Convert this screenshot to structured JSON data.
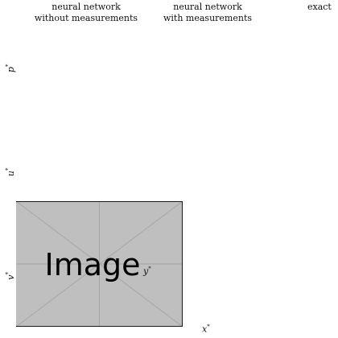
{
  "columns": [
    {
      "line1": "neural network",
      "line2": "without measurements"
    },
    {
      "line1": "neural network",
      "line2": "with measurements"
    },
    {
      "line1": "exact",
      "line2": ""
    }
  ],
  "rows": [
    {
      "symbol": "p",
      "mark": "*"
    },
    {
      "symbol": "u",
      "mark": "*"
    },
    {
      "symbol": "v",
      "mark": "*"
    }
  ],
  "axes": {
    "x": {
      "symbol": "x",
      "mark": "*"
    },
    "y": {
      "symbol": "y",
      "mark": "*"
    }
  },
  "placeholder": {
    "text": "Image",
    "fill_color": "#bfbfbf",
    "line_color": "#a6a6a6",
    "border_color": "#1a1a1a"
  }
}
